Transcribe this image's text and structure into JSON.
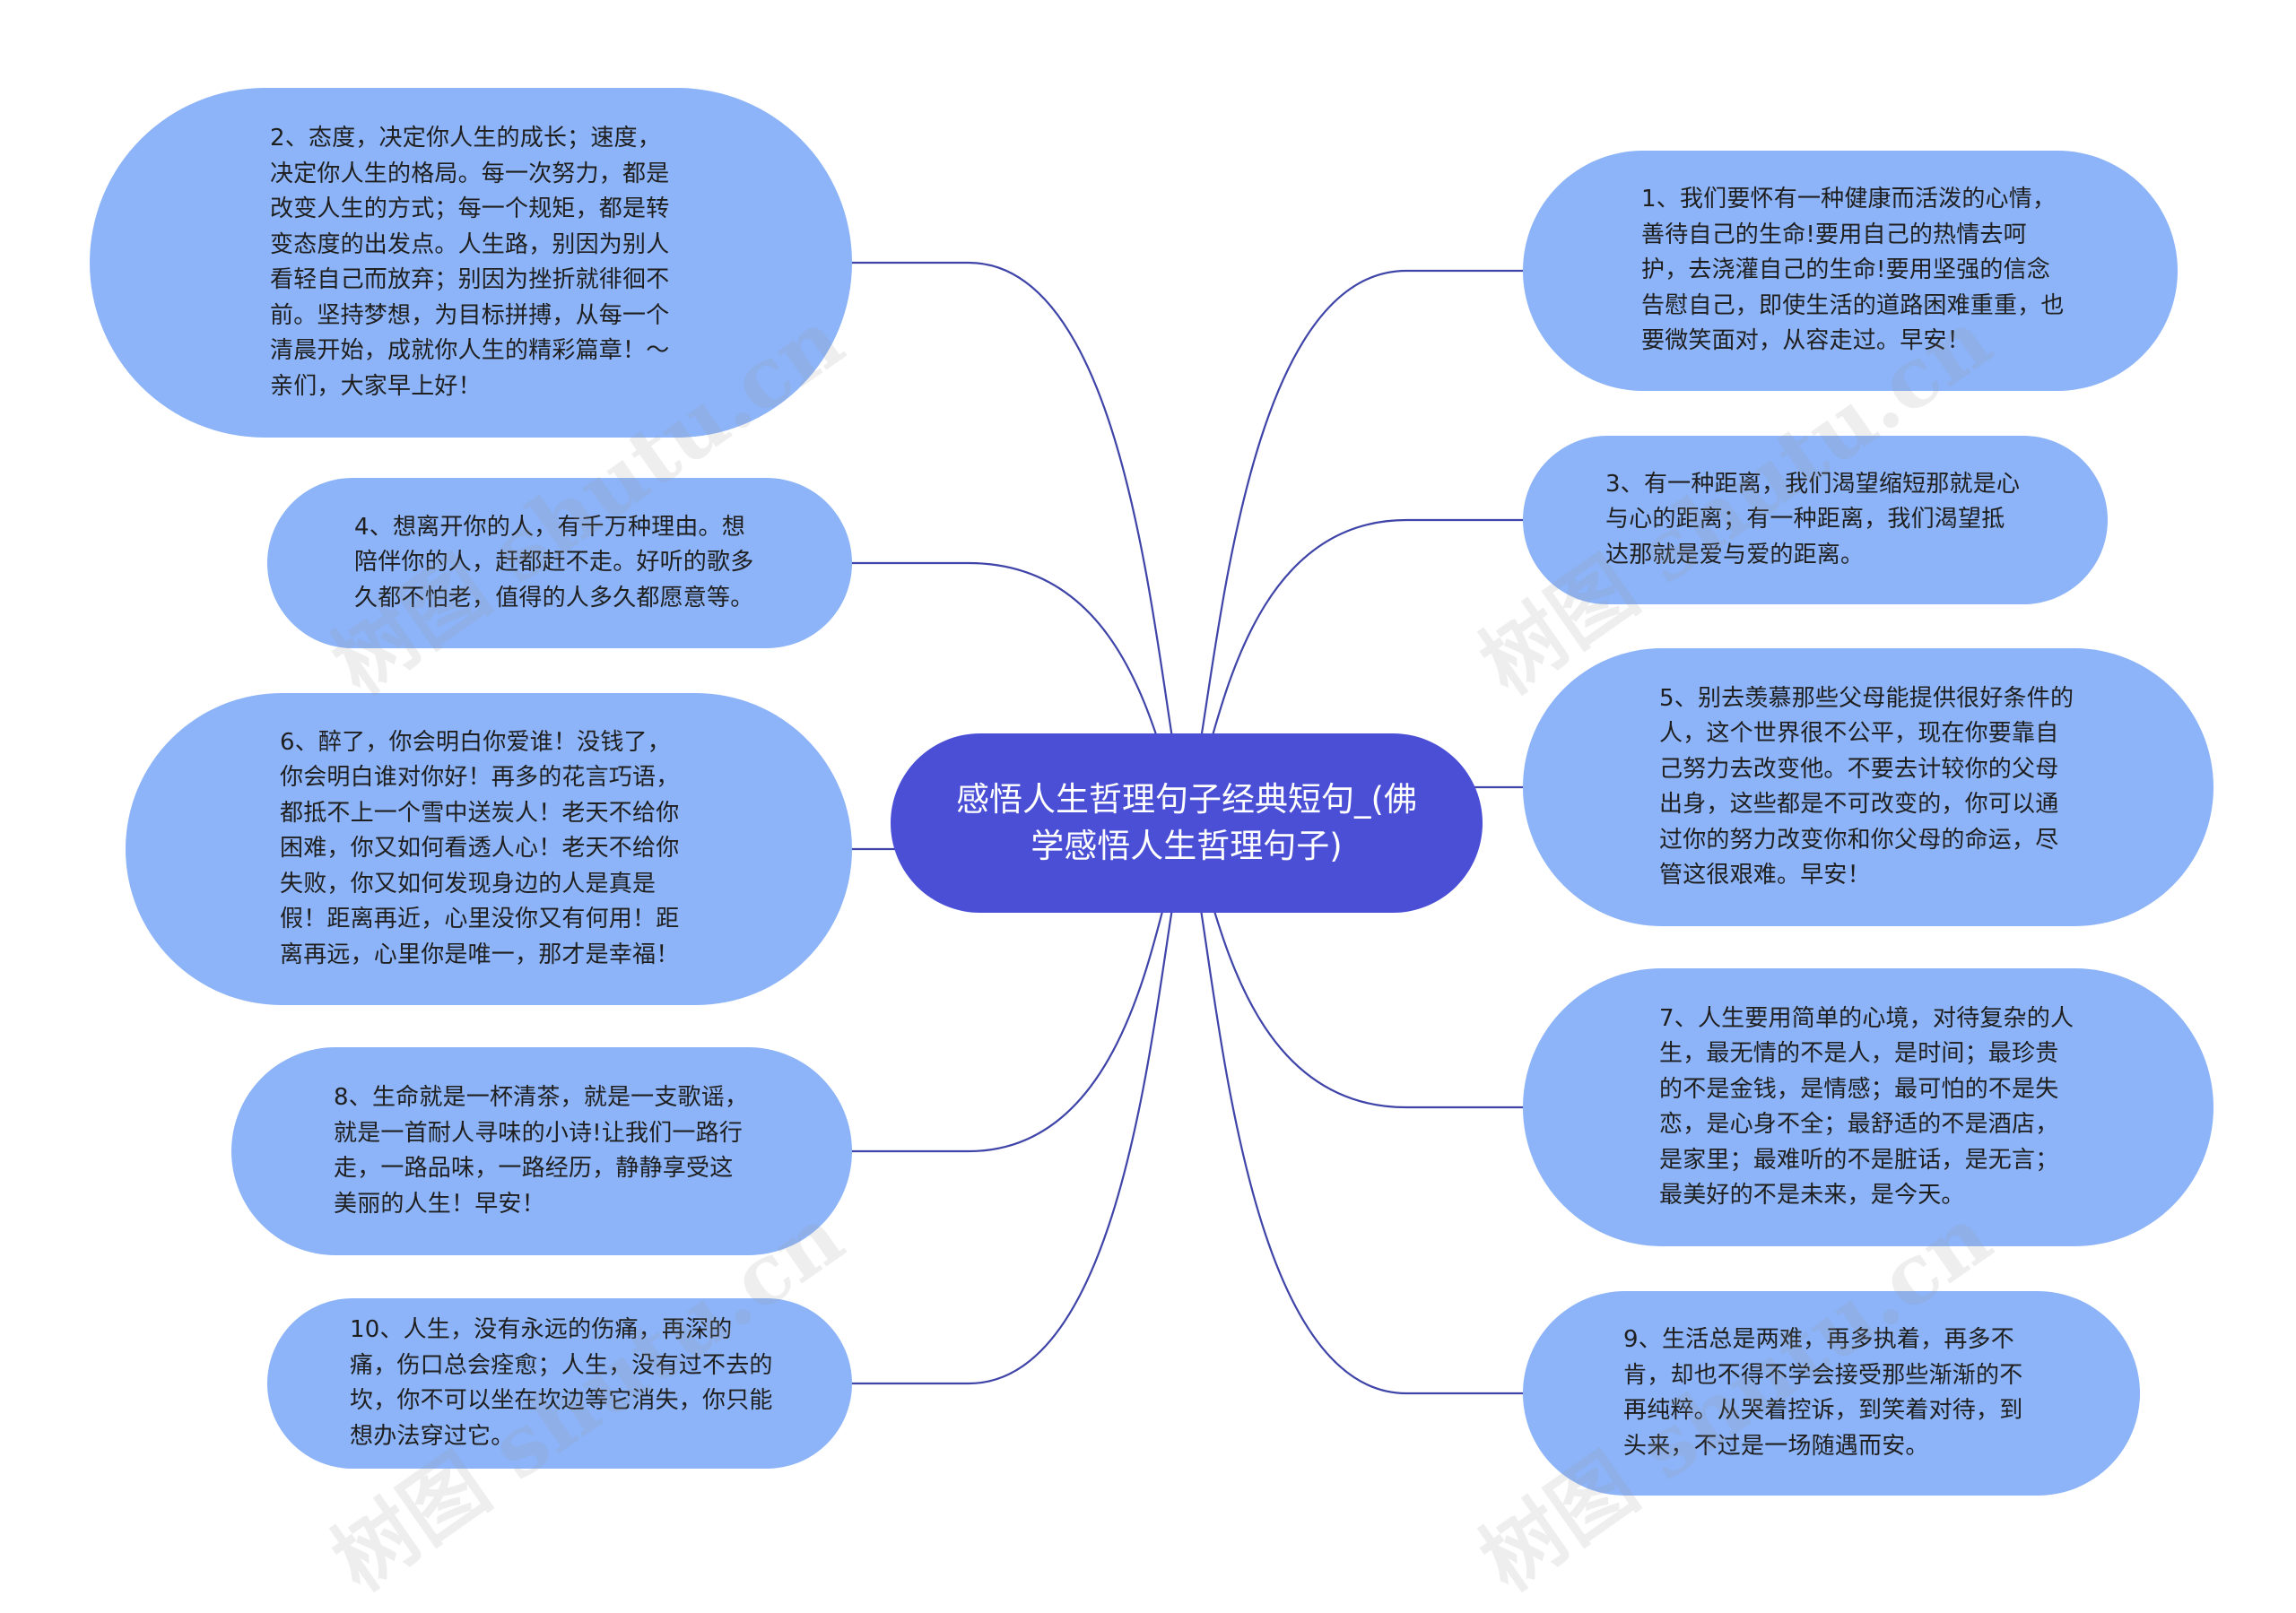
{
  "colors": {
    "root_fill": "#4a4fd6",
    "leaf_fill": "#8db4f8",
    "edge_stroke": "#3f44a8",
    "root_text": "#ffffff",
    "leaf_text": "#1f1f1f"
  },
  "root": {
    "text": "感悟人生哲理句子经典短句_(佛学感悟人生哲理句子)"
  },
  "left_nodes": [
    {
      "id": "n2",
      "text": "2、态度，决定你人生的成长；速度，决定你人生的格局。每一次努力，都是改变人生的方式；每一个规矩，都是转变态度的出发点。人生路，别因为别人看轻自己而放弃；别因为挫折就徘徊不前。坚持梦想，为目标拼搏，从每一个清晨开始，成就你人生的精彩篇章！～亲们，大家早上好！"
    },
    {
      "id": "n4",
      "text": "4、想离开你的人，有千万种理由。想陪伴你的人，赶都赶不走。好听的歌多久都不怕老，值得的人多久都愿意等。"
    },
    {
      "id": "n6",
      "text": "6、醉了，你会明白你爱谁！没钱了，你会明白谁对你好！再多的花言巧语，都抵不上一个雪中送炭人！老天不给你困难，你又如何看透人心！老天不给你失败，你又如何发现身边的人是真是假！距离再近，心里没你又有何用！距离再远，心里你是唯一，那才是幸福！"
    },
    {
      "id": "n8",
      "text": "8、生命就是一杯清茶，就是一支歌谣，就是一首耐人寻味的小诗!让我们一路行走，一路品味，一路经历，静静享受这美丽的人生！早安！"
    },
    {
      "id": "n10",
      "text": "10、人生，没有永远的伤痛，再深的痛，伤口总会痊愈；人生，没有过不去的坎，你不可以坐在坎边等它消失，你只能想办法穿过它。"
    }
  ],
  "right_nodes": [
    {
      "id": "n1",
      "text": "1、我们要怀有一种健康而活泼的心情，善待自己的生命!要用自己的热情去呵护，去浇灌自己的生命!要用坚强的信念告慰自己，即使生活的道路困难重重，也要微笑面对，从容走过。早安！"
    },
    {
      "id": "n3",
      "text": "3、有一种距离，我们渴望缩短那就是心与心的距离；有一种距离，我们渴望抵达那就是爱与爱的距离。"
    },
    {
      "id": "n5",
      "text": "5、别去羡慕那些父母能提供很好条件的人，这个世界很不公平，现在你要靠自己努力去改变他。不要去计较你的父母出身，这些都是不可改变的，你可以通过你的努力改变你和你父母的命运，尽管这很艰难。早安！"
    },
    {
      "id": "n7",
      "text": "7、人生要用简单的心境，对待复杂的人生，最无情的不是人，是时间；最珍贵的不是金钱，是情感；最可怕的不是失恋，是心身不全；最舒适的不是酒店，是家里；最难听的不是脏话，是无言；最美好的不是未来，是今天。"
    },
    {
      "id": "n9",
      "text": "9、生活总是两难，再多执着，再多不肯，却也不得不学会接受那些渐渐的不再纯粹。从哭着控诉，到笑着对待，到头来，不过是一场随遇而安。"
    }
  ],
  "watermarks": [
    "树图 shutu.cn",
    "树图 shutu.cn",
    "树图 shutu.cn",
    "树图 shutu.cn"
  ]
}
